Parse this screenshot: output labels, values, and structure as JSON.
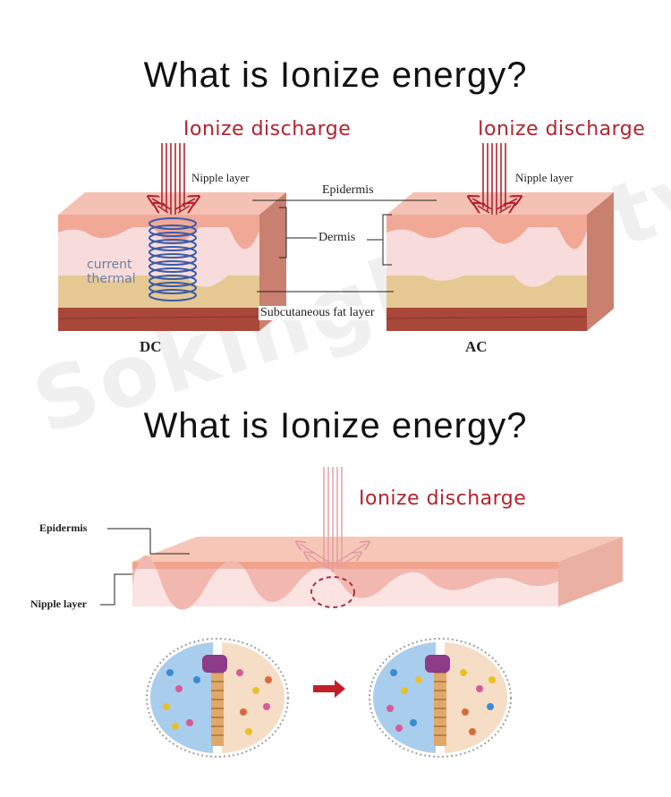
{
  "top": {
    "title": "What is Ionize energy?",
    "left_discharge": "Ionize discharge",
    "right_discharge": "Ionize discharge",
    "left_nipple": "Nipple layer",
    "right_nipple": "Nipple layer",
    "epidermis": "Epidermis",
    "dermis": "Dermis",
    "subcutaneous": "Subcutaneous fat layer",
    "thermal_line1": "current",
    "thermal_line2": "thermal",
    "dc": "DC",
    "ac": "AC"
  },
  "watermark": "Sokingbeauty®",
  "bottom": {
    "title": "What is Ionize energy?",
    "discharge": "Ionize discharge",
    "epidermis": "Epidermis",
    "nipple": "Nipple layer"
  },
  "colors": {
    "accent_red": "#b3232f",
    "skin_top": "#f2b4a3",
    "dermis": "#f7d5d3",
    "fat": "#e3c590",
    "muscle": "#a8473a"
  }
}
